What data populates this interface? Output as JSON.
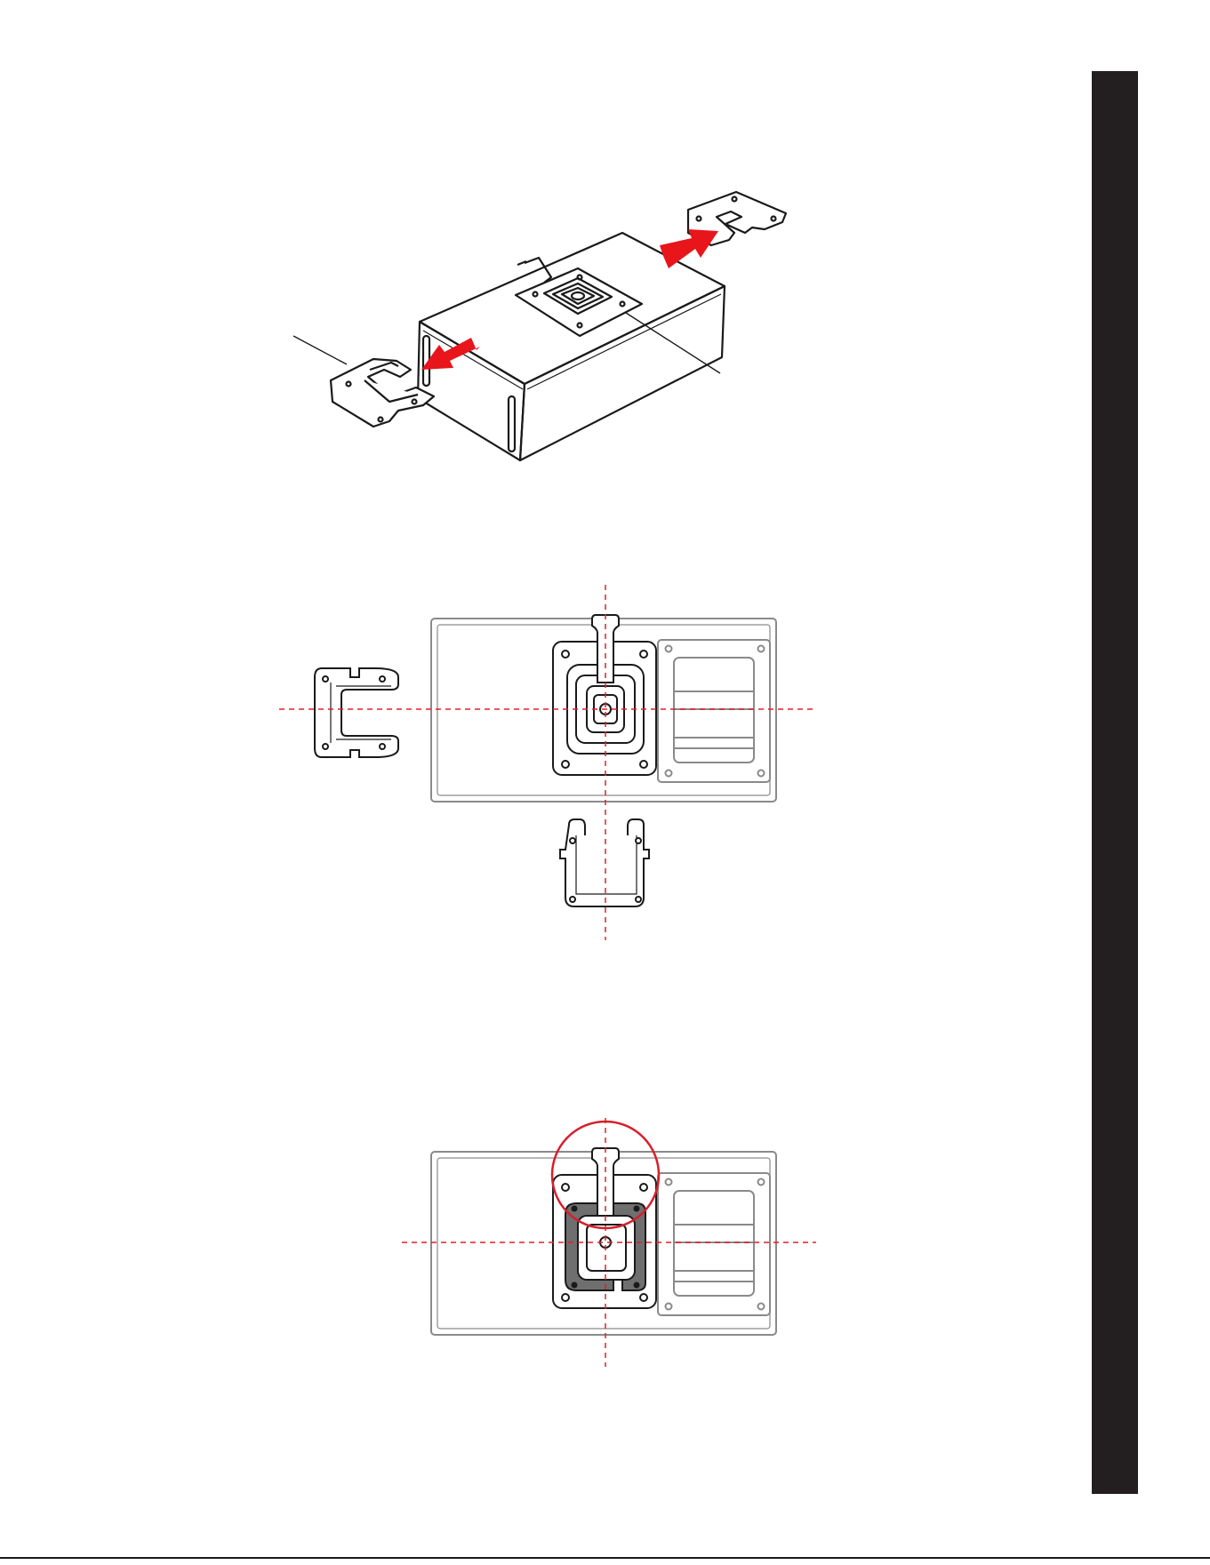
{
  "colors": {
    "ink": "#1a1a1a",
    "tab": "#231f20",
    "accent_red": "#e8151b",
    "guide_red": "#e0202a",
    "light_gray": "#8a8a8a",
    "shade": "#6f6f6f",
    "paper": "#ffffff"
  },
  "figures": [
    {
      "id": "figure-1",
      "view": "isometric-cabinet-with-brackets"
    },
    {
      "id": "figure-2",
      "view": "top-view-with-brackets-apart"
    },
    {
      "id": "figure-3",
      "view": "top-view-bracket-installed"
    }
  ]
}
